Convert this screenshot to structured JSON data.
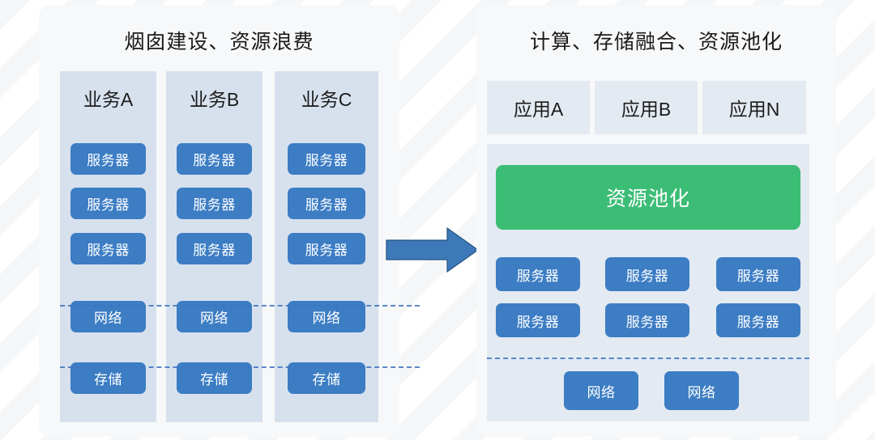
{
  "left_panel": {
    "title": "烟囱建设、资源浪费",
    "columns": [
      {
        "header": "业务A",
        "servers": [
          "服务器",
          "服务器",
          "服务器"
        ],
        "network": "网络",
        "storage": "存储"
      },
      {
        "header": "业务B",
        "servers": [
          "服务器",
          "服务器",
          "服务器"
        ],
        "network": "网络",
        "storage": "存储"
      },
      {
        "header": "业务C",
        "servers": [
          "服务器",
          "服务器",
          "服务器"
        ],
        "network": "网络",
        "storage": "存储"
      }
    ]
  },
  "arrow": {
    "direction": "right",
    "color": "#3d79b8"
  },
  "right_panel": {
    "title": "计算、存储融合、资源池化",
    "apps": [
      "应用A",
      "应用B",
      "应用N"
    ],
    "pool": {
      "banner": "资源池化",
      "banner_color": "#3cbd76",
      "servers": [
        [
          "服务器",
          "服务器",
          "服务器"
        ],
        [
          "服务器",
          "服务器",
          "服务器"
        ]
      ],
      "networks": [
        "网络",
        "网络"
      ]
    }
  },
  "colors": {
    "chip_blue": "#3c7dc4",
    "silo_bg": "#d7e1ee",
    "pool_bg": "#e4eaf2",
    "panel_bg": "#f7f8f9",
    "dash_blue": "#3f74c0"
  }
}
